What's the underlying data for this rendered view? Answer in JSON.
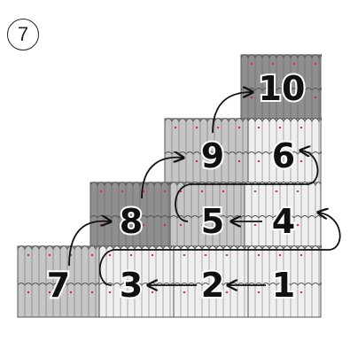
{
  "step_label": "7",
  "colors": {
    "dark": "#8f8f8f",
    "medium": "#c6c6c6",
    "light": "#efefef",
    "outline": "#555555",
    "path": "#111111",
    "dot": "#d21e1e"
  },
  "sheets": [
    {
      "id": "1",
      "label": "1",
      "shade": "light"
    },
    {
      "id": "2",
      "label": "2",
      "shade": "light"
    },
    {
      "id": "3",
      "label": "3",
      "shade": "light"
    },
    {
      "id": "4",
      "label": "4",
      "shade": "light"
    },
    {
      "id": "5",
      "label": "5",
      "shade": "medium"
    },
    {
      "id": "6",
      "label": "6",
      "shade": "light"
    },
    {
      "id": "7",
      "label": "7",
      "shade": "medium"
    },
    {
      "id": "8",
      "label": "8",
      "shade": "dark"
    },
    {
      "id": "9",
      "label": "9",
      "shade": "medium"
    },
    {
      "id": "10",
      "label": "10",
      "shade": "dark"
    }
  ],
  "install_order": [
    "1",
    "2",
    "3",
    "4",
    "5",
    "6",
    "7",
    "8",
    "9",
    "10"
  ]
}
